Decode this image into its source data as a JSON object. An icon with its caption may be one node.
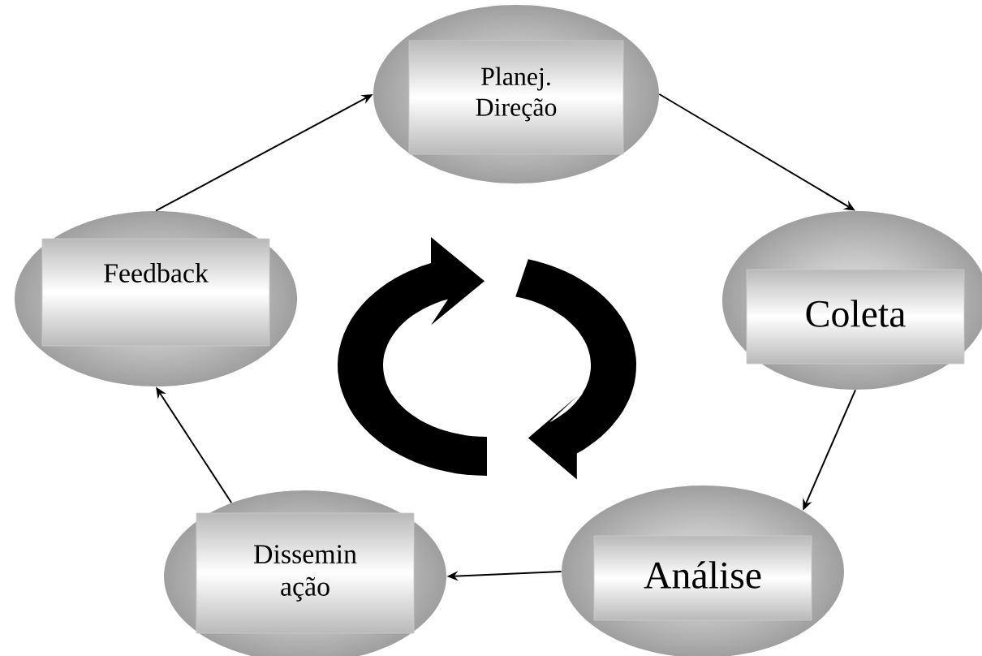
{
  "diagram": {
    "nodes": [
      {
        "text": [
          "Planej. Direção"
        ]
      },
      {
        "text": [
          "Feedback"
        ]
      },
      {
        "text": [
          "Coleta"
        ]
      },
      {
        "text": [
          "Dissemin ação"
        ]
      },
      {
        "text": [
          "Análise"
        ]
      }
    ],
    "edges": [
      {
        "from": 1,
        "to": 0,
        "arrow": "to"
      },
      {
        "from": 0,
        "to": 2,
        "arrow": "to"
      },
      {
        "from": 2,
        "to": 4,
        "arrow": "to"
      },
      {
        "from": 4,
        "to": 3,
        "arrow": "to"
      },
      {
        "from": 3,
        "to": 1,
        "arrow": "to"
      }
    ]
  }
}
